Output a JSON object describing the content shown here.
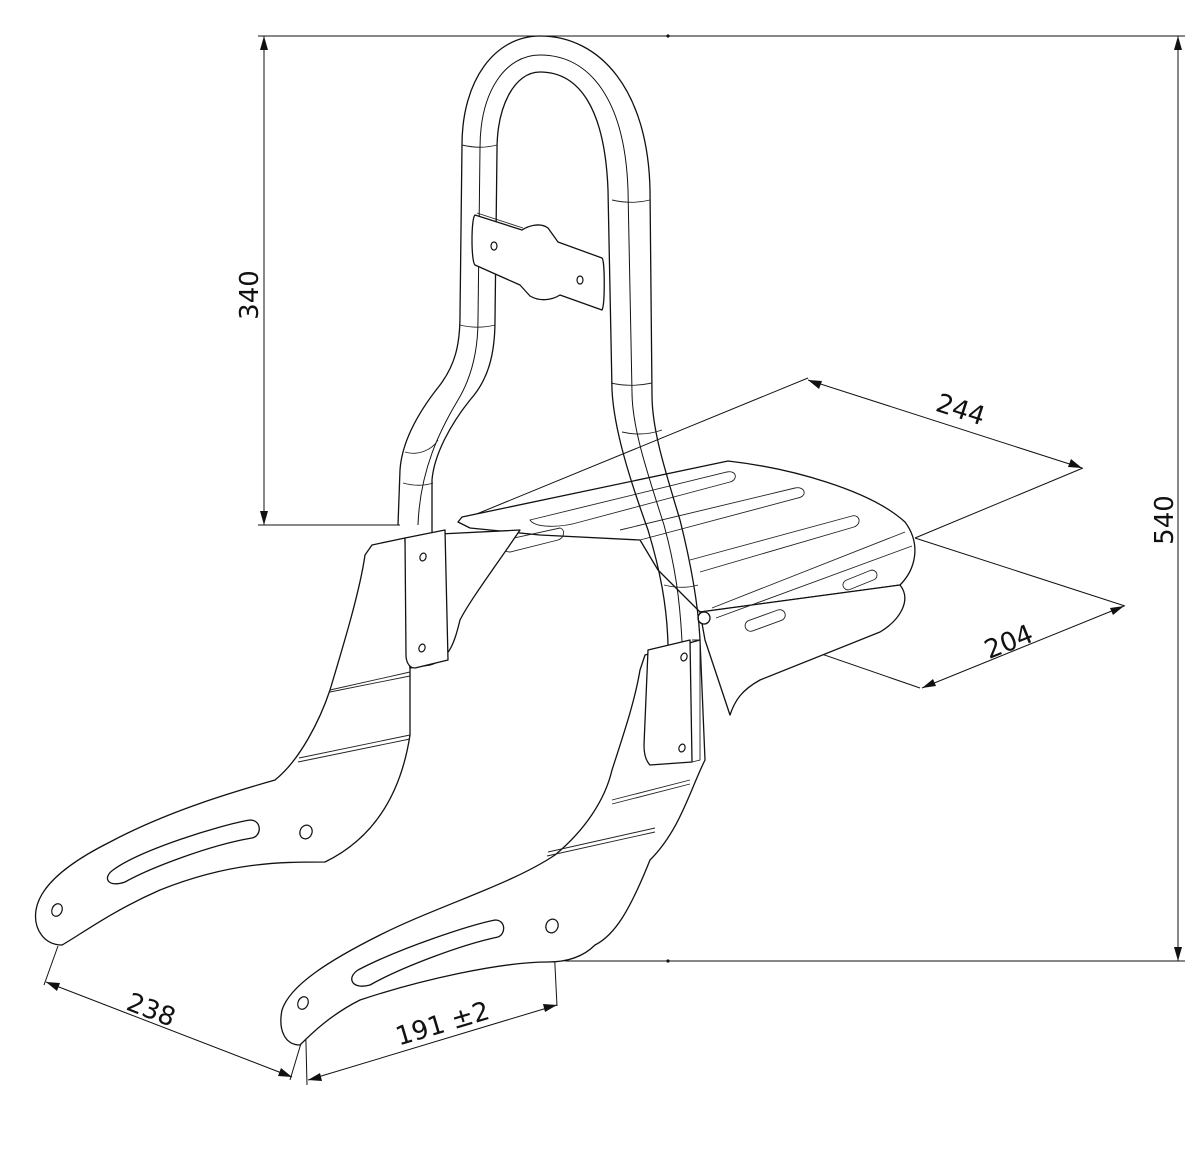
{
  "drawing": {
    "subject": "Sissy bar backrest with luggage rack and side mounting plates",
    "line_color": "#111111",
    "background": "#ffffff"
  },
  "dimensions": {
    "backrest_height": {
      "value": "340",
      "orientation": "vertical"
    },
    "overall_height": {
      "value": "540",
      "orientation": "vertical"
    },
    "rack_length": {
      "value": "244",
      "orientation": "angled"
    },
    "rack_width": {
      "value": "204",
      "orientation": "angled"
    },
    "plate_length": {
      "value": "238",
      "orientation": "angled"
    },
    "hole_spacing": {
      "value": "191 ±2",
      "orientation": "angled"
    }
  }
}
